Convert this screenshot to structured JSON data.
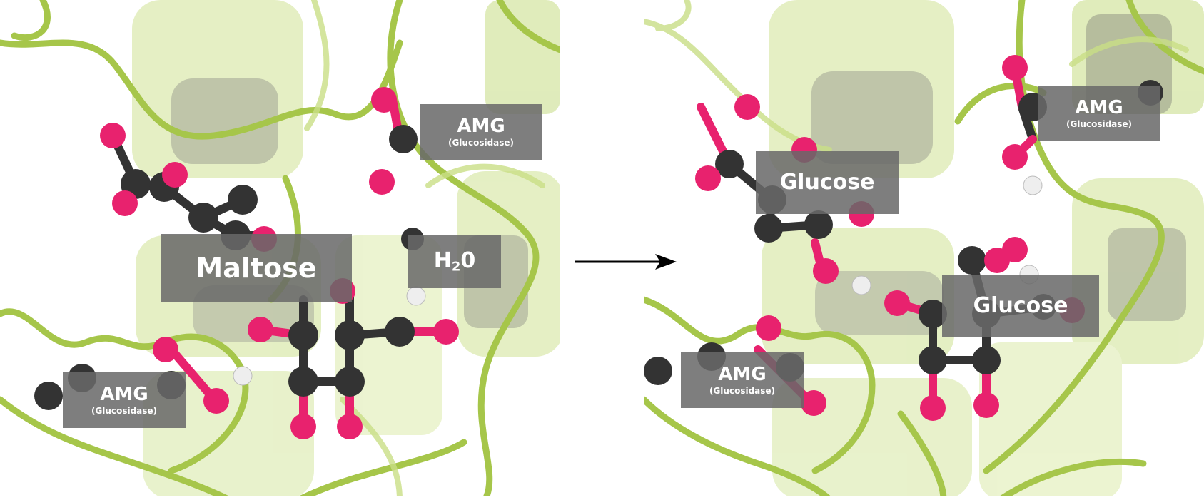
{
  "left_panel": {
    "maltose_label": "Maltose",
    "water_label_main": "H",
    "water_label_sub": "2",
    "water_label_end": "0",
    "amg_top": {
      "name": "AMG",
      "detail": "(Glucosidase)"
    },
    "amg_bottom": {
      "name": "AMG",
      "detail": "(Glucosidase)"
    }
  },
  "right_panel": {
    "glucose_top_label": "Glucose",
    "glucose_mid_label": "Glucose",
    "amg_top": {
      "name": "AMG",
      "detail": "(Glucosidase)"
    },
    "amg_bottom": {
      "name": "AMG",
      "detail": "(Glucosidase)"
    }
  },
  "colors": {
    "protein_ribbon": "#a6c64a",
    "protein_ribbon_pale": "#d8e8a4",
    "carbon_atom": "#333333",
    "oxygen_atom": "#e8226e",
    "hydrogen_atom": "#eeeeee",
    "label_bg": "#696969",
    "arrow": "#000000"
  }
}
